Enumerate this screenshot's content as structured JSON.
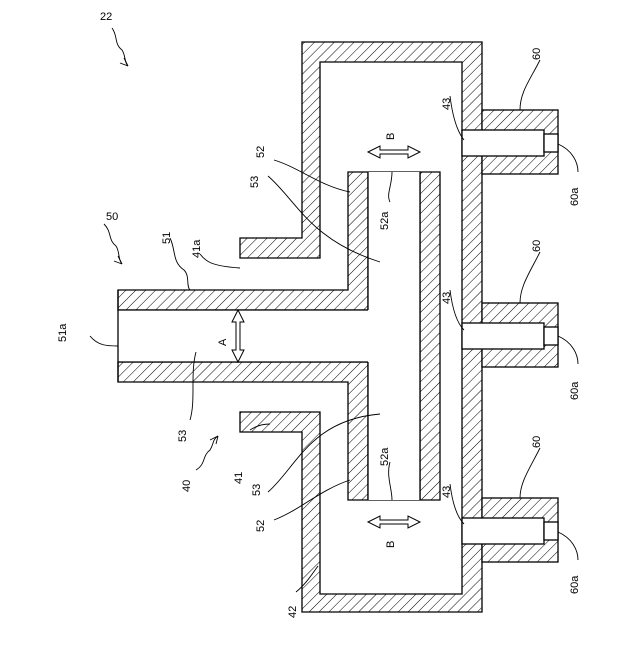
{
  "figure_number": "22",
  "labels": {
    "nozzle_assembly": "50",
    "inlet_pipe": "51",
    "inlet_opening": "51a",
    "diffuser": "52",
    "diffuser_opening": "52a",
    "internal_space": "53",
    "chamber": "40",
    "chamber_top_wall": "41",
    "chamber_top_wall_opening": "41a",
    "chamber_side_wall": "42",
    "chamber_bottom_holes": "43",
    "nozzle": "60",
    "nozzle_outlet": "60a",
    "gap_a": "A",
    "gap_b": "B"
  },
  "colors": {
    "line": "#000000",
    "background": "#ffffff"
  }
}
